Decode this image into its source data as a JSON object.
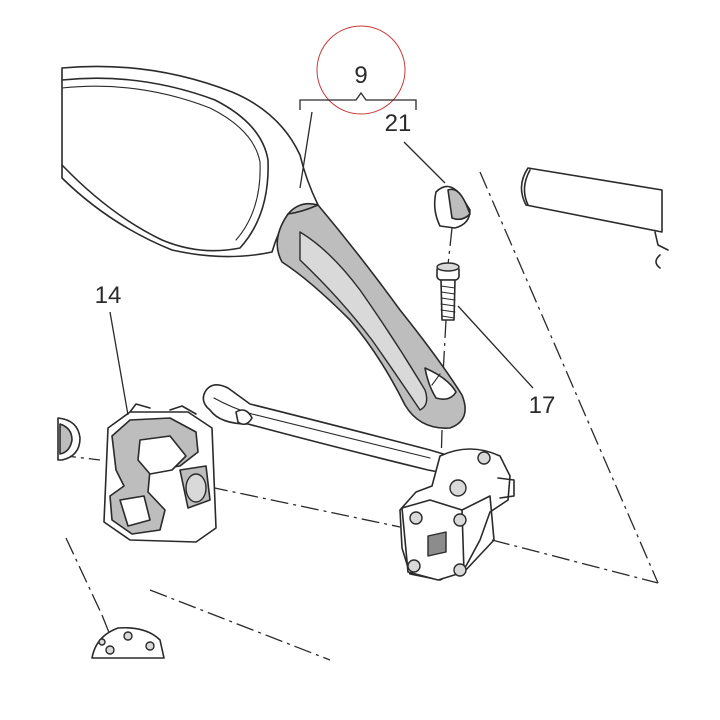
{
  "callouts": {
    "mirror_assembly": "9",
    "mirror_cap": "21",
    "clamp_cover": "14",
    "mirror_screw": "17"
  },
  "colors": {
    "line": "#2a2a2a",
    "part_shade": "#bdbdbd",
    "highlight_circle": "#c83a3a"
  }
}
